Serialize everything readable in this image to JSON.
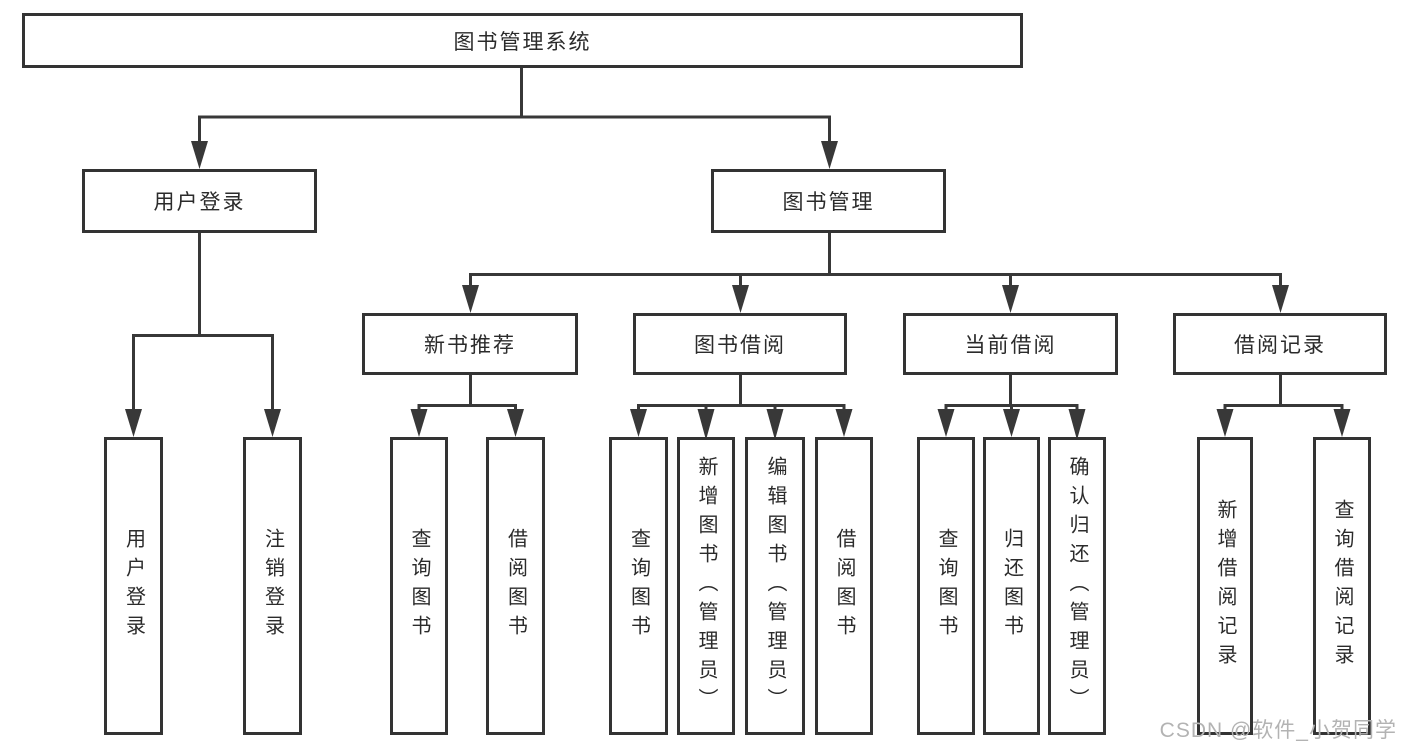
{
  "nodes": {
    "root": "图书管理系统",
    "level2": {
      "user_login": "用户登录",
      "book_management": "图书管理"
    },
    "level3": {
      "new_book_recommendation": "新书推荐",
      "book_borrowing": "图书借阅",
      "current_borrowing": "当前借阅",
      "borrowing_records": "借阅记录"
    },
    "leaves": {
      "user_login": "用户登录",
      "logout_login": "注销登录",
      "newbook_query_books": "查询图书",
      "newbook_borrow_books": "借阅图书",
      "borrow_query_books": "查询图书",
      "borrow_add_books_admin": "新增图书（管理员）",
      "borrow_edit_books_admin": "编辑图书（管理员）",
      "borrow_borrow_books": "借阅图书",
      "current_query_books": "查询图书",
      "current_return_books": "归还图书",
      "current_confirm_return_admin": "确认归还（管理员）",
      "records_add_borrow_record": "新增借阅记录",
      "records_query_borrow_record": "查询借阅记录"
    }
  },
  "watermark": "CSDN @软件_小贺同学",
  "colors": {
    "line": "#383838",
    "box_border": "#333333",
    "text": "#2b2b2b",
    "watermark": "#b3b3b3",
    "background": "#ffffff"
  }
}
